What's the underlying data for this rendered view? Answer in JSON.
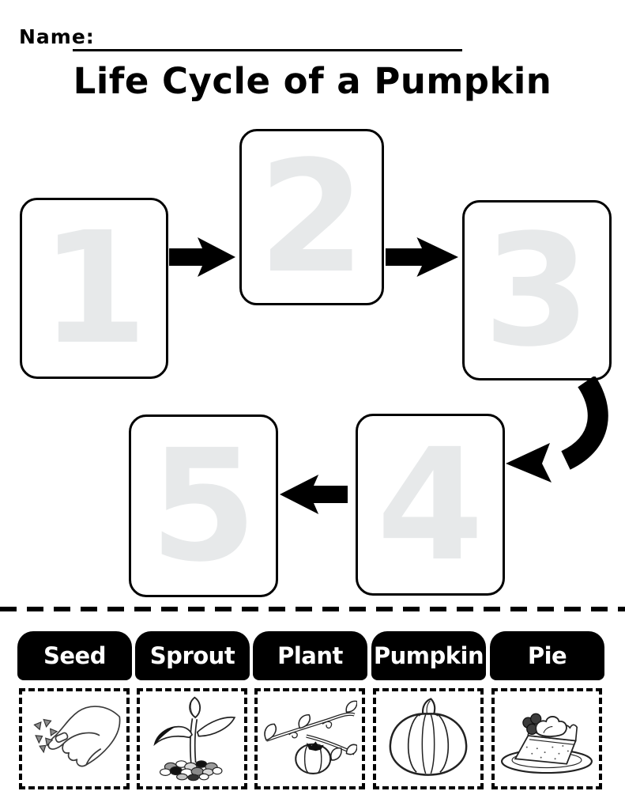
{
  "worksheet": {
    "name_label": "Name:",
    "title": "Life Cycle of a Pumpkin"
  },
  "steps": [
    {
      "number": "1"
    },
    {
      "number": "2"
    },
    {
      "number": "3"
    },
    {
      "number": "4"
    },
    {
      "number": "5"
    }
  ],
  "flow": {
    "icons": [
      "arrow-right-icon (1 to 2)",
      "arrow-right-icon (2 to 3)",
      "curved-arrow-down-left-icon (3 to 4)",
      "arrow-left-icon (4 to 5)"
    ]
  },
  "cards": [
    {
      "label": "Seed",
      "icon": "hand-planting-seeds-icon"
    },
    {
      "label": "Sprout",
      "icon": "seedling-sprout-icon"
    },
    {
      "label": "Plant",
      "icon": "pumpkin-vine-plant-icon"
    },
    {
      "label": "Pumpkin",
      "icon": "pumpkin-icon"
    },
    {
      "label": "Pie",
      "icon": "pumpkin-pie-slice-icon"
    }
  ],
  "colors": {
    "ink": "#000000",
    "step_number_gray": "#e7e9ea",
    "card_header_bg": "#000000",
    "card_header_text": "#ffffff",
    "page_bg": "#ffffff"
  }
}
